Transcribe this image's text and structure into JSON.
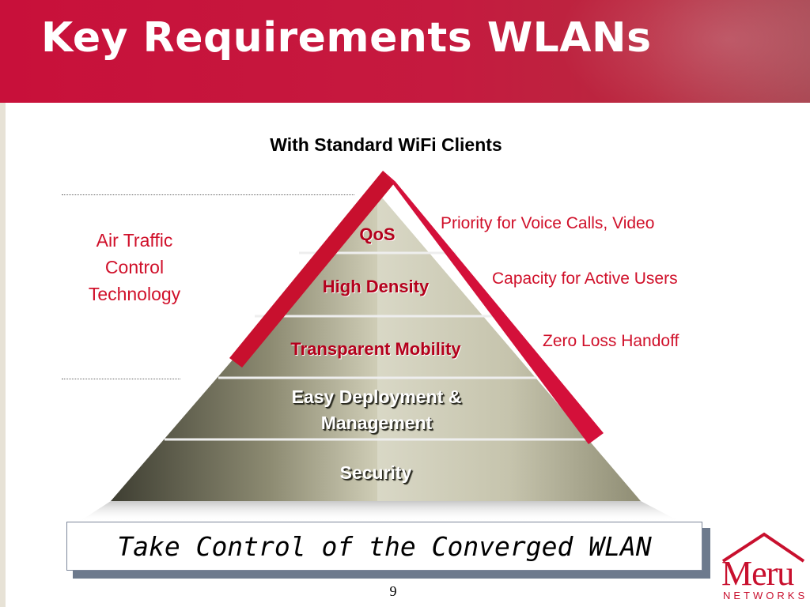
{
  "slide": {
    "title": "Key Requirements WLANs",
    "subtitle": "With Standard WiFi Clients",
    "left_label_lines": [
      "Air Traffic",
      "Control",
      "Technology"
    ],
    "pyramid_tiers": [
      {
        "label": "QoS",
        "style": "red"
      },
      {
        "label": "High Density",
        "style": "red"
      },
      {
        "label": "Transparent Mobility",
        "style": "red"
      },
      {
        "label_lines": [
          "Easy Deployment &",
          "Management"
        ],
        "style": "white"
      },
      {
        "label": "Security",
        "style": "white"
      }
    ],
    "annotations": [
      "Priority for Voice Calls, Video",
      "Capacity for Active Users",
      "Zero Loss Handoff"
    ],
    "banner": "Take Control of the Converged WLAN",
    "page_number": "9",
    "logo": {
      "word": "Meru",
      "sub": "NETWORKS"
    },
    "colors": {
      "brand_red": "#c8103a",
      "annotation_red": "#d0102a",
      "pyramid_stone": "#b8b69a"
    }
  }
}
